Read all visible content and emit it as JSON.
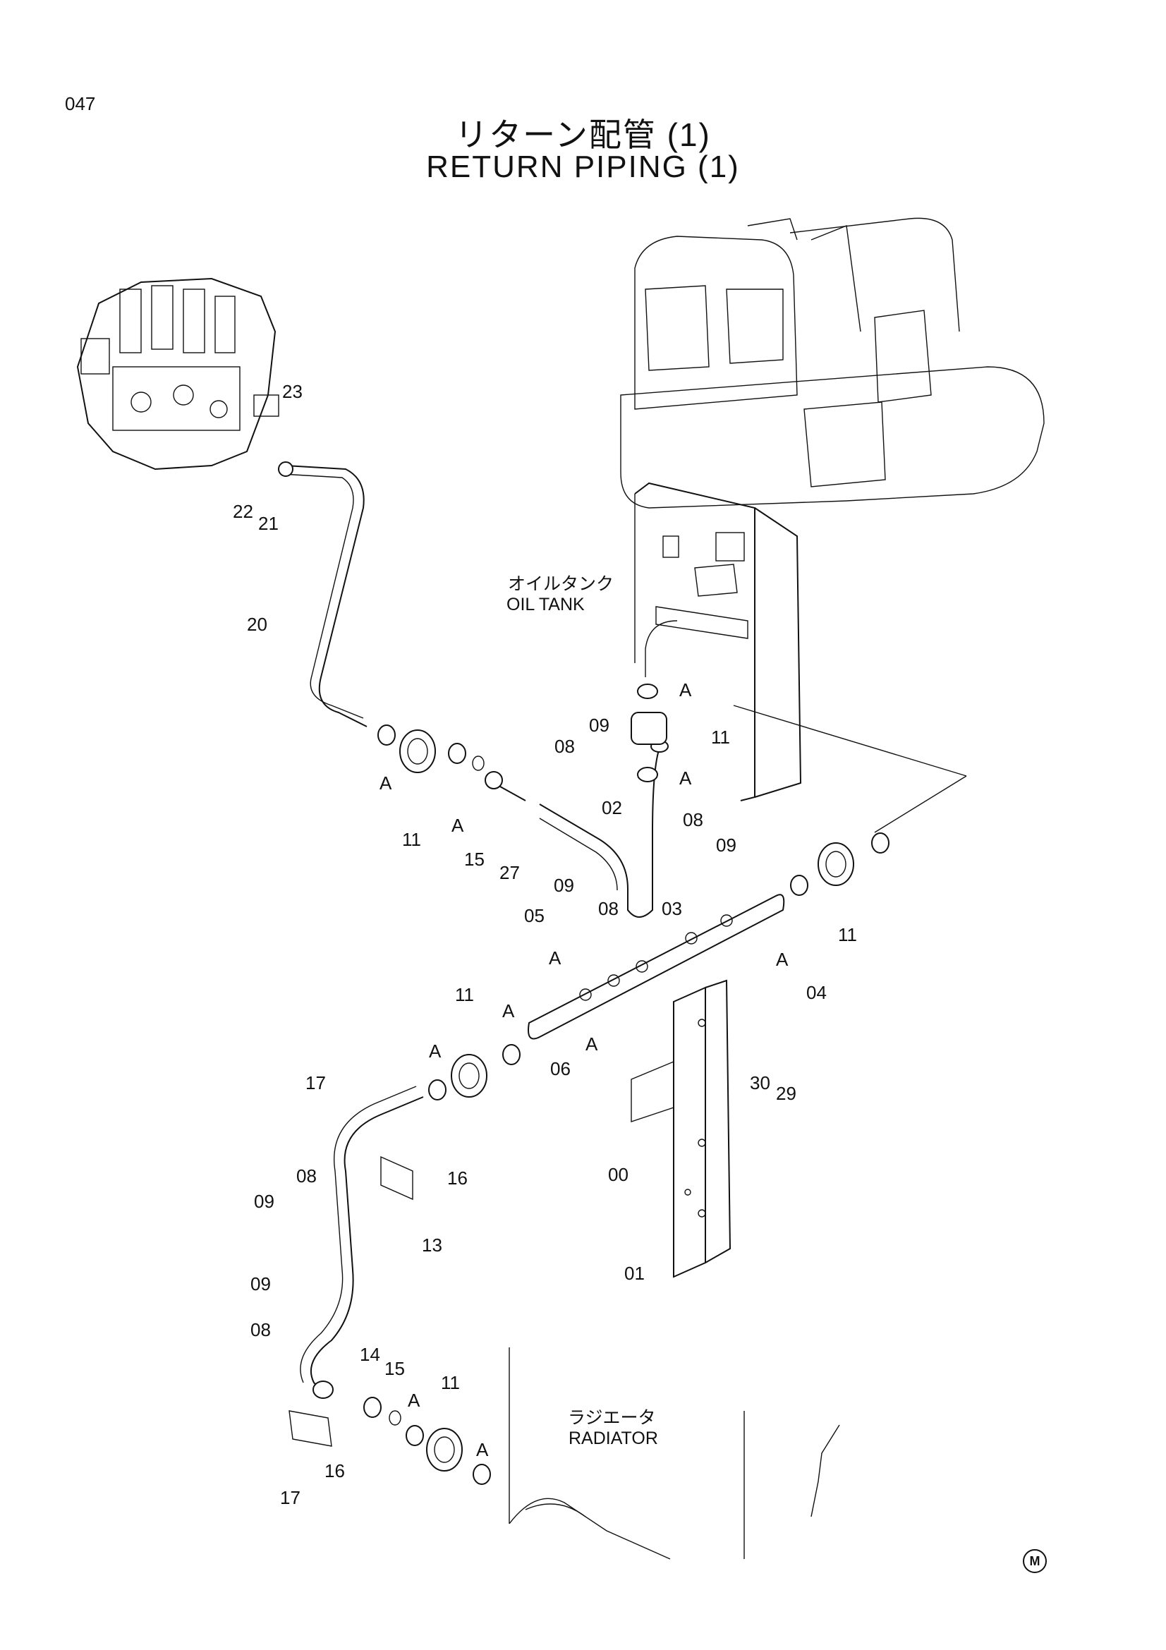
{
  "header": {
    "page_number": "047",
    "title_jp": "リターン配管 (1)",
    "title_en": "RETURN PIPING (1)"
  },
  "labels": {
    "oil_tank_jp": "オイルタンク",
    "oil_tank_en": "OIL TANK",
    "radiator_jp": "ラジエータ",
    "radiator_en": "RADIATOR",
    "mark": "M"
  },
  "callouts": [
    "23",
    "22",
    "21",
    "20",
    "A",
    "A",
    "11",
    "11",
    "15",
    "27",
    "09",
    "08",
    "02",
    "08",
    "09",
    "A",
    "A",
    "11",
    "09",
    "05",
    "A",
    "08",
    "03",
    "A",
    "04",
    "11",
    "A",
    "A",
    "06",
    "A",
    "30",
    "29",
    "17",
    "16",
    "08",
    "09",
    "13",
    "00",
    "09",
    "08",
    "01",
    "14",
    "15",
    "11",
    "A",
    "A",
    "17",
    "16"
  ]
}
